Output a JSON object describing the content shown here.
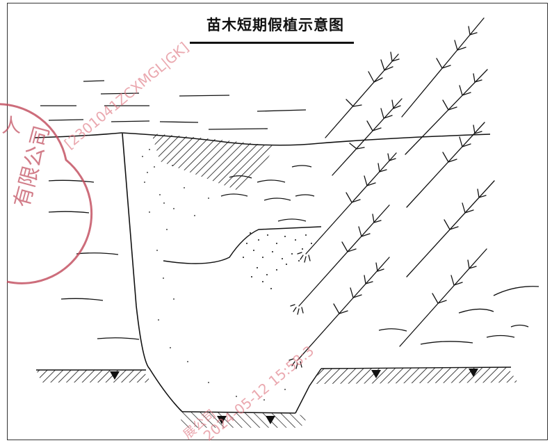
{
  "title": "苗木短期假植示意图",
  "watermark": {
    "stamp_text": "有限公司",
    "stamp_partial": "人",
    "diagonal_text": "[2301041ZCXMGL|GK]",
    "timestamp_text": "2024-05-12 15:58:3",
    "corner_text": "展公司",
    "stamp_color": "#c0485a",
    "watermark_color": "#e07a85"
  },
  "colors": {
    "ink": "#111111",
    "background": "#ffffff"
  }
}
